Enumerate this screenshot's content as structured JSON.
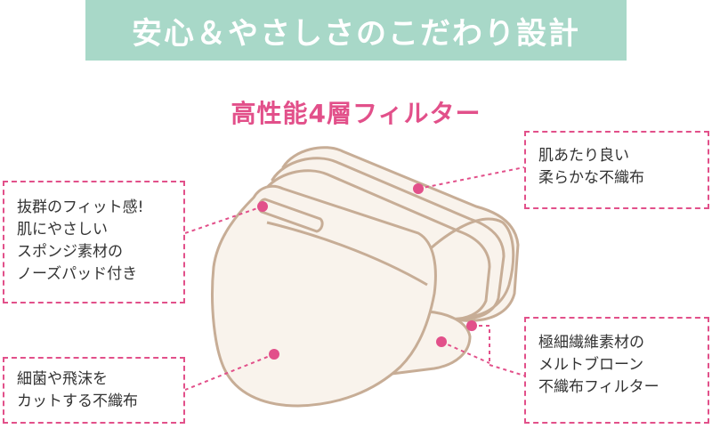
{
  "banner": {
    "title": "安心＆やさしさのこだわり設計"
  },
  "subtitle": "高性能4層フィルター",
  "callouts": {
    "fabric": {
      "lines": [
        "肌あたり良い",
        "柔らかな不織布"
      ]
    },
    "sponge": {
      "lines": [
        "抜群のフィット感!",
        "肌にやさしい",
        "スポンジ素材の",
        "ノーズパッド付き"
      ]
    },
    "droplet": {
      "lines": [
        "細菌や飛沫を",
        "カットする不織布"
      ]
    },
    "filter": {
      "lines": [
        "極細繊維素材の",
        "メルトブローン",
        "不織布フィルター"
      ]
    }
  },
  "colors": {
    "banner_bg": "#a8d8c8",
    "accent_pink": "#e2508a",
    "mask_outline": "#c7ad96",
    "mask_fill": "#f9f3ec"
  }
}
